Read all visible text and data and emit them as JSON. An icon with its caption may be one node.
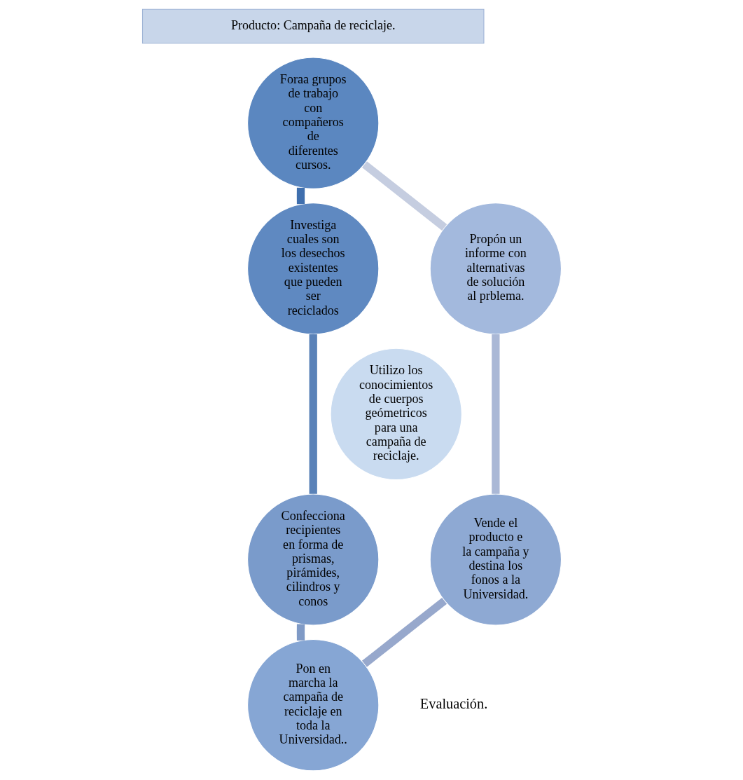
{
  "diagram": {
    "nodes": [
      {
        "text": [
          "Producto: Campaña de reciclaje."
        ]
      },
      {
        "text": [
          "Foraa grupos de trabajo con compañeros de diferentes cursos."
        ]
      },
      {
        "text": [
          "Investiga cuales son los desechos existentes que pueden ser reciclados"
        ]
      },
      {
        "text": [
          "Confecciona recipientes en forma de prismas, pirámides, cilindros y conos"
        ]
      },
      {
        "text": [
          "Pon en marcha la campaña de reciclaje en toda la Universidad.."
        ]
      },
      {
        "text": [
          "Vende el producto e la campaña y destina los fonos a la Universidad."
        ]
      },
      {
        "text": [
          "Propón un informe con alternativas de solución al prblema."
        ]
      },
      {
        "text": [
          "Utilizo los conocimientos de cuerpos geómetricos para una campaña de reciclaje."
        ]
      }
    ],
    "edges": [
      {
        "from": 1,
        "to": 2,
        "arrow": "none",
        "color": "#3f6fae"
      },
      {
        "from": 2,
        "to": 3,
        "arrow": "none",
        "color": "#5a82b8"
      },
      {
        "from": 3,
        "to": 4,
        "arrow": "none",
        "color": "#7f9ac6"
      },
      {
        "from": 4,
        "to": 5,
        "arrow": "none",
        "color": "#97a8cc"
      },
      {
        "from": 5,
        "to": 6,
        "arrow": "none",
        "color": "#aab8d6"
      },
      {
        "from": 6,
        "to": 1,
        "arrow": "none",
        "color": "#c5cde0"
      }
    ],
    "labels": [
      "Evaluación."
    ]
  }
}
